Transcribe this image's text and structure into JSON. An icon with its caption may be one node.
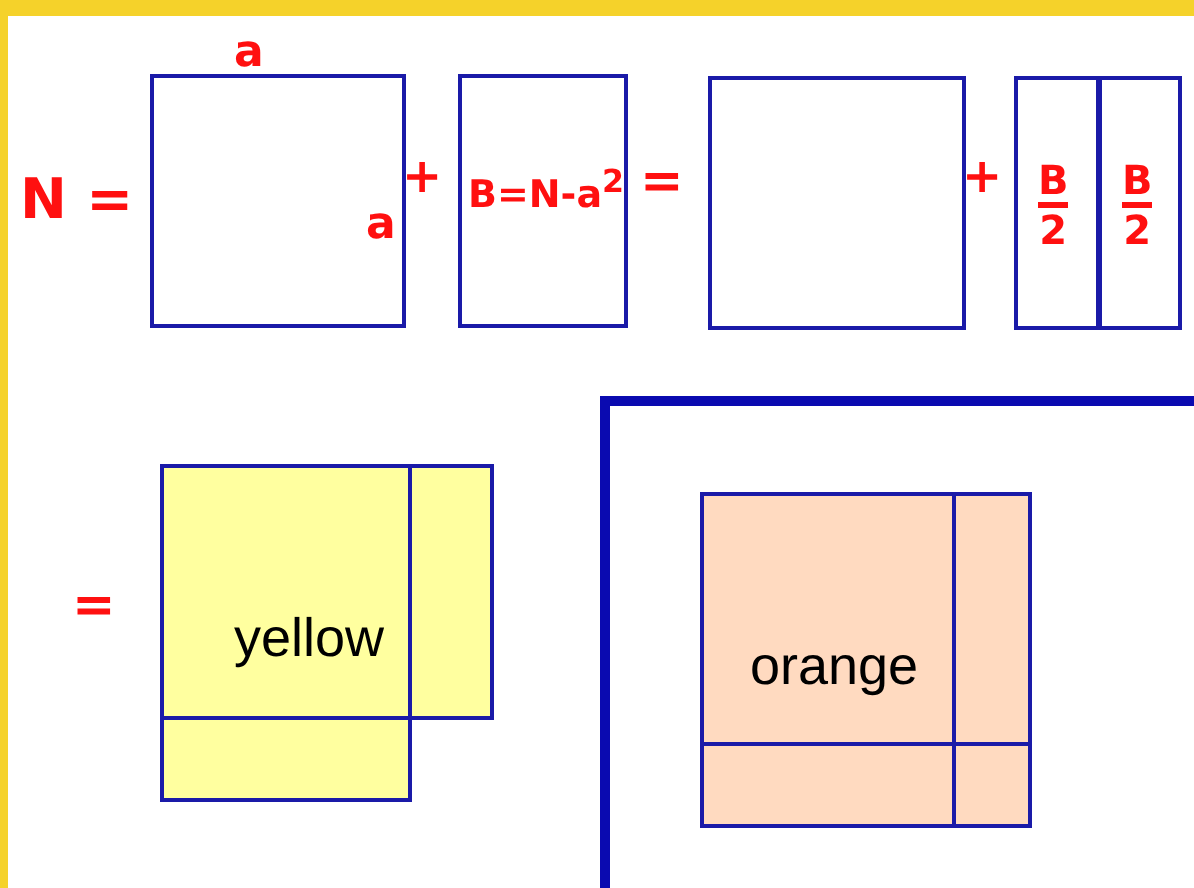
{
  "diagram": {
    "nodes": [
      {
        "text": [],
        "shape": "box"
      },
      {
        "text": [
          "B=N-a$^{2}$"
        ]
      },
      {
        "text": [],
        "shape": "box"
      },
      {
        "text": [
          "B",
          "2"
        ]
      },
      {
        "text": [
          "B",
          "2"
        ]
      },
      {
        "text": [
          "yellow"
        ]
      },
      {
        "text": [],
        "shape": "box"
      },
      {
        "text": [
          "orange"
        ],
        "in": 6
      }
    ],
    "labels": [
      "N =",
      "a",
      "a",
      "+",
      "=",
      "+",
      "="
    ]
  }
}
